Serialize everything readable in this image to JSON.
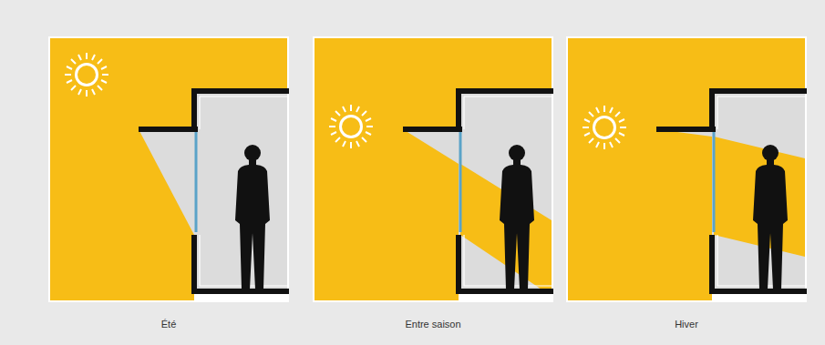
{
  "diagram": {
    "labels": [
      "Été",
      "Entre saison",
      "Hiver"
    ]
  }
}
